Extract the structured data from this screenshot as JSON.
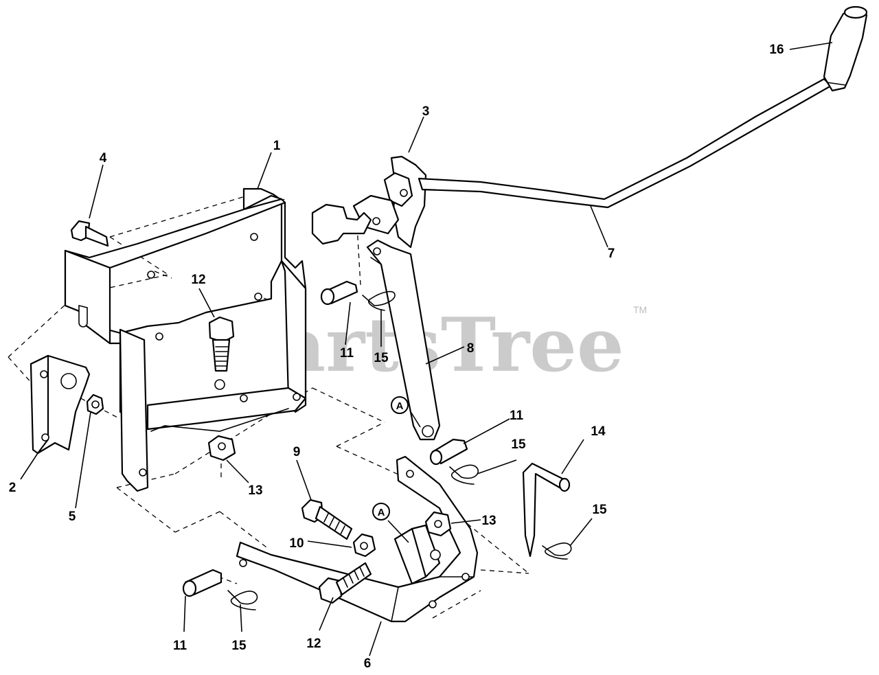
{
  "watermark": {
    "text": "PartsTree",
    "trademark": "TM"
  },
  "reference_letter": "A",
  "callouts": {
    "c1": "1",
    "c2": "2",
    "c3": "3",
    "c4": "4",
    "c5": "5",
    "c6": "6",
    "c7": "7",
    "c8": "8",
    "c9": "9",
    "c10": "10",
    "c11": "11",
    "c12": "12",
    "c13": "13",
    "c14": "14",
    "c15": "15",
    "c16": "16"
  },
  "colors": {
    "line": "#000000",
    "background": "#ffffff",
    "watermark": "#bdbdbd"
  }
}
